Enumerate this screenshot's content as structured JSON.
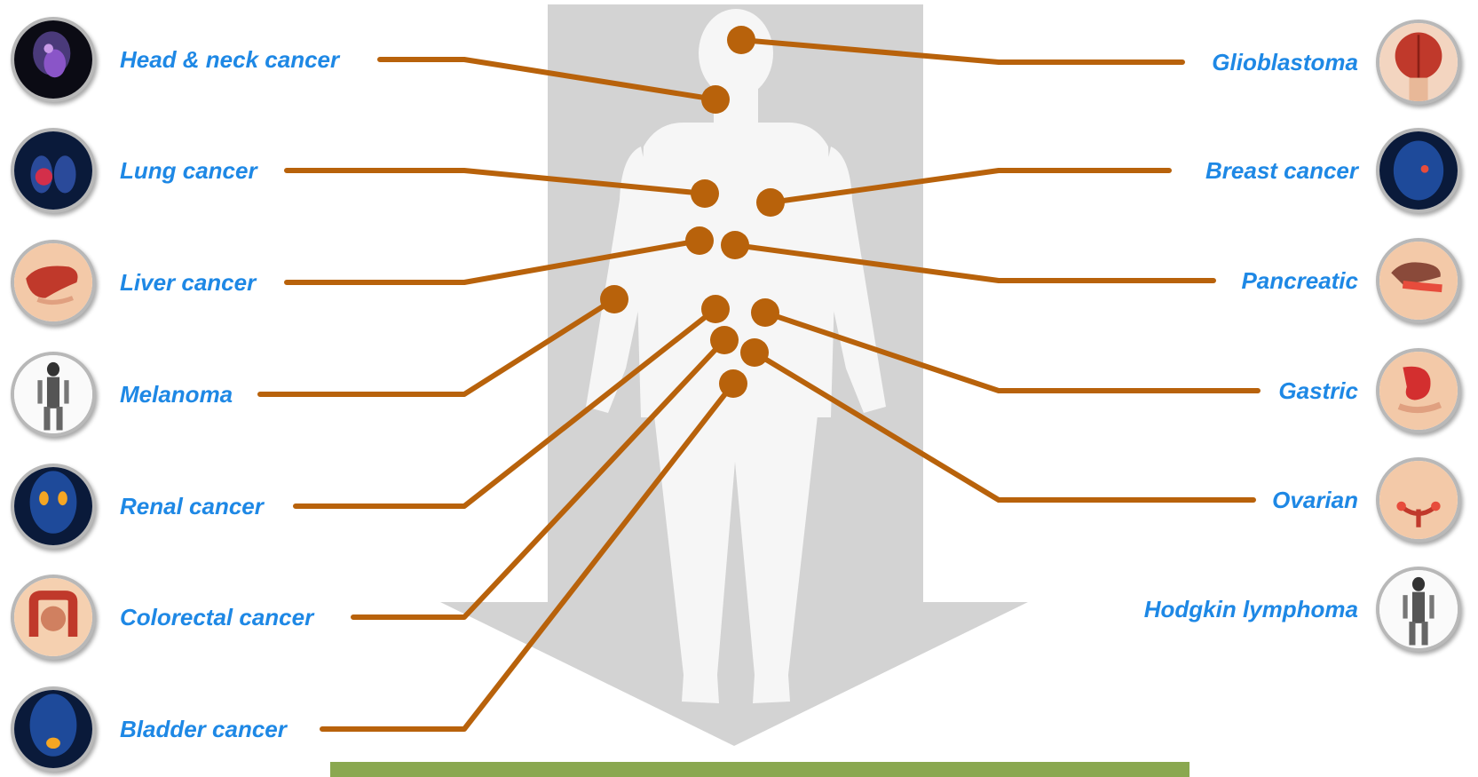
{
  "diagram": {
    "colors": {
      "accent": "#b8620b",
      "label": "#1e88e5",
      "arrow": "#d3d3d3",
      "silhouette": "#f6f6f6",
      "bar": "#8aa850"
    },
    "left_items": [
      {
        "label": "Head & neck cancer",
        "icon": "head-neck-scan-icon"
      },
      {
        "label": "Lung cancer",
        "icon": "lung-icon"
      },
      {
        "label": "Liver cancer",
        "icon": "liver-icon"
      },
      {
        "label": "Melanoma",
        "icon": "pet-body-scan-icon"
      },
      {
        "label": "Renal cancer",
        "icon": "kidney-icon"
      },
      {
        "label": "Colorectal cancer",
        "icon": "colon-icon"
      },
      {
        "label": "Bladder cancer",
        "icon": "bladder-icon"
      }
    ],
    "right_items": [
      {
        "label": "Glioblastoma",
        "icon": "brain-icon"
      },
      {
        "label": "Breast cancer",
        "icon": "breast-icon"
      },
      {
        "label": "Pancreatic",
        "icon": "pancreas-icon"
      },
      {
        "label": "Gastric",
        "icon": "stomach-icon"
      },
      {
        "label": "Ovarian",
        "icon": "ovary-icon"
      },
      {
        "label": "Hodgkin lymphoma",
        "icon": "pet-body-scan-icon"
      }
    ]
  }
}
